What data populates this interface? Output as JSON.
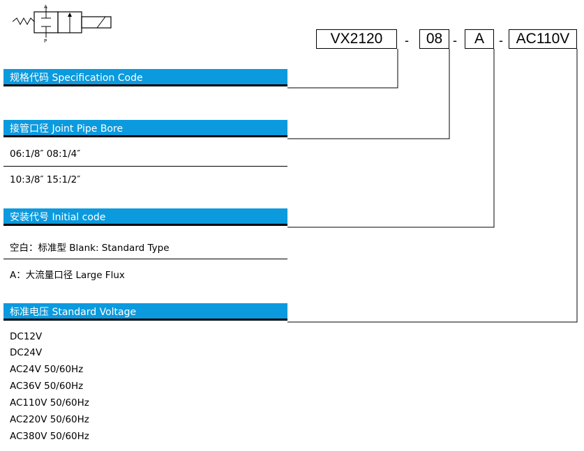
{
  "symbol": {
    "port_a": "A",
    "port_p": "P"
  },
  "code": {
    "model": "VX2120",
    "bore": "08",
    "install": "A",
    "voltage": "AC110V",
    "separator": "-"
  },
  "sections": {
    "spec": {
      "title": "规格代码 Specification Code"
    },
    "bore": {
      "title": "接管口径 Joint Pipe Bore",
      "options": [
        "06:1/8″   08:1/4″",
        "10:3/8″   15:1/2″"
      ]
    },
    "install": {
      "title": "安装代号 Initial code",
      "options": [
        "空白：标准型  Blank: Standard Type",
        "A：大流量口径  Large Flux"
      ]
    },
    "voltage": {
      "title": "标准电压 Standard Voltage",
      "options": [
        "DC12V",
        "DC24V",
        "AC24V  50/60Hz",
        "AC36V  50/60Hz",
        "AC110V  50/60Hz",
        "AC220V  50/60Hz",
        "AC380V  50/60Hz"
      ]
    }
  }
}
